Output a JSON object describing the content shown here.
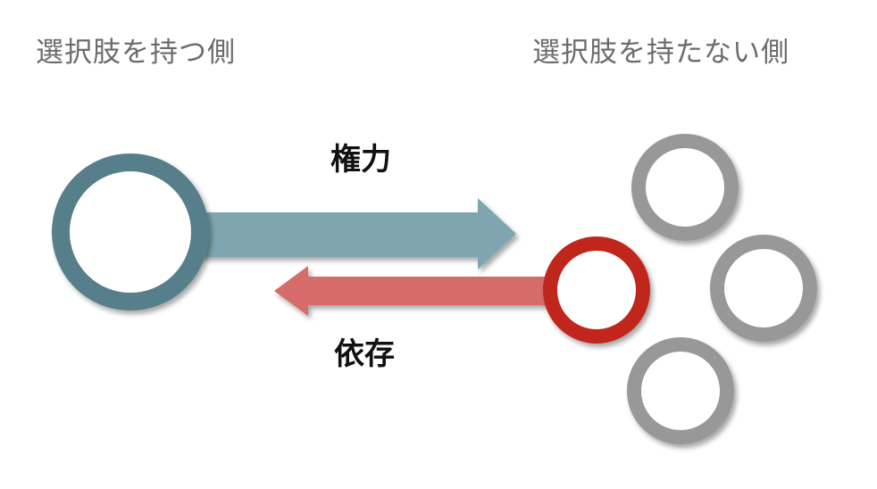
{
  "labels": {
    "left_side": "選択肢を持つ側",
    "right_side": "選択肢を持たない側",
    "power": "権力",
    "dependence": "依存"
  },
  "colors": {
    "holder_ring": "#567f8b",
    "power_arrow": "#7fa6b0",
    "dependence_arrow": "#d56c6a",
    "focal_ring": "#c0281f",
    "other_rings": "#989898",
    "side_label_text": "#6b6b6b",
    "arrow_label_text": "#111111"
  }
}
